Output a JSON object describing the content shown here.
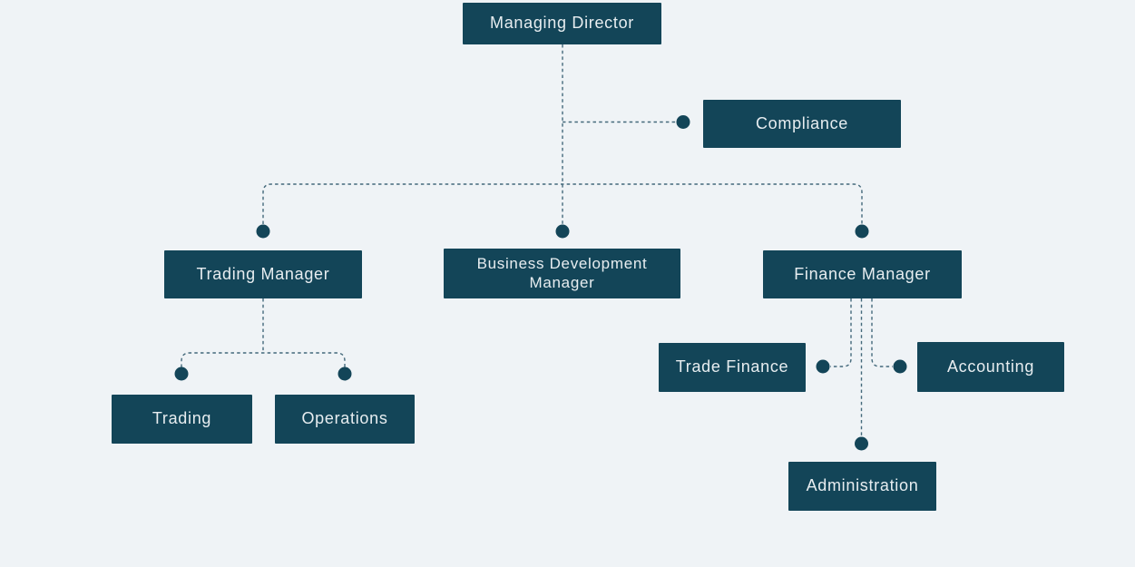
{
  "diagram": {
    "type": "org-chart",
    "colors": {
      "node_fill": "#134558",
      "node_text": "#e7edf0",
      "connector": "#44697b",
      "background": "#eff3f6"
    },
    "nodes": {
      "managing_director": {
        "label": "Managing Director"
      },
      "compliance": {
        "label": "Compliance"
      },
      "trading_manager": {
        "label": "Trading Manager"
      },
      "business_development_manager": {
        "label": "Business Development Manager"
      },
      "finance_manager": {
        "label": "Finance Manager"
      },
      "trading": {
        "label": "Trading"
      },
      "operations": {
        "label": "Operations"
      },
      "trade_finance": {
        "label": "Trade Finance"
      },
      "accounting": {
        "label": "Accounting"
      },
      "administration": {
        "label": "Administration"
      }
    },
    "edges": [
      {
        "from": "managing_director",
        "to": "compliance"
      },
      {
        "from": "managing_director",
        "to": "trading_manager"
      },
      {
        "from": "managing_director",
        "to": "business_development_manager"
      },
      {
        "from": "managing_director",
        "to": "finance_manager"
      },
      {
        "from": "trading_manager",
        "to": "trading"
      },
      {
        "from": "trading_manager",
        "to": "operations"
      },
      {
        "from": "finance_manager",
        "to": "trade_finance"
      },
      {
        "from": "finance_manager",
        "to": "accounting"
      },
      {
        "from": "finance_manager",
        "to": "administration"
      }
    ]
  }
}
